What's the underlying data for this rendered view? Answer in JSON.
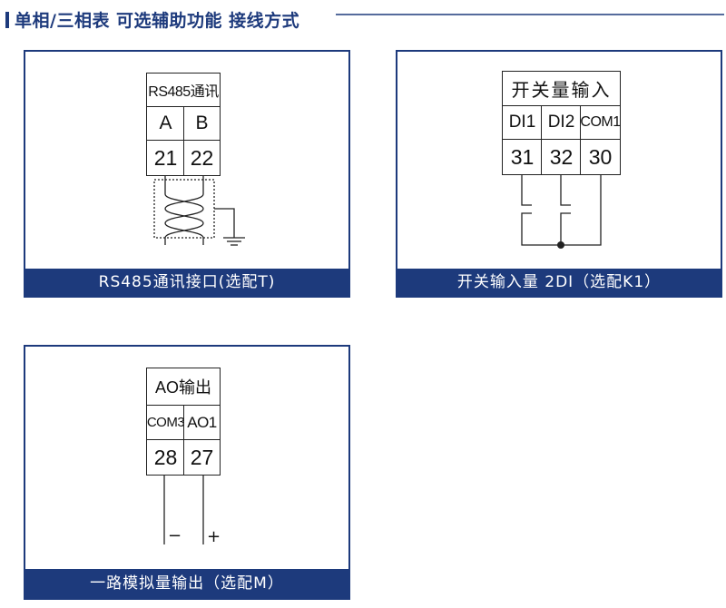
{
  "title": "单相/三相表 可选辅助功能 接线方式",
  "colors": {
    "brand": "#1d3a7c",
    "line": "#222222"
  },
  "panels": [
    {
      "footer": "RS485通讯接口(选配T)",
      "header": "RS485通讯",
      "labels": [
        "A",
        "B"
      ],
      "terminals": [
        "21",
        "22"
      ],
      "icons": [
        "twisted-pair-icon",
        "ground-icon"
      ]
    },
    {
      "footer": "开关输入量 2DI（选配K1）",
      "header": "开关量输入",
      "labels": [
        "DI1",
        "DI2",
        "COM1"
      ],
      "terminals": [
        "31",
        "32",
        "30"
      ],
      "icons": [
        "switch-icon"
      ]
    },
    {
      "footer": "一路模拟量输出（选配M）",
      "header": "AO输出",
      "labels": [
        "COM3",
        "AO1"
      ],
      "terminals": [
        "28",
        "27"
      ],
      "signs": [
        "−",
        "+"
      ]
    }
  ]
}
